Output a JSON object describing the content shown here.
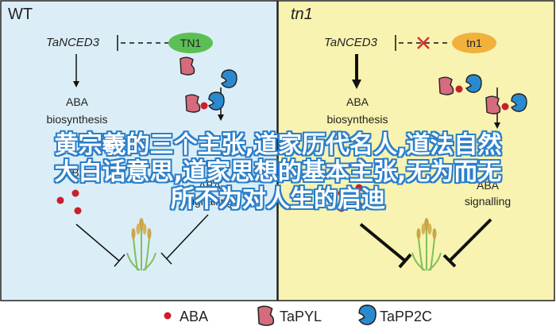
{
  "panels": {
    "wt": {
      "title": "WT",
      "gene": "TaNCED3",
      "protein": "TN1",
      "aba_synthesis_line1": "ABA",
      "aba_synthesis_line2": "biosynthesis",
      "aba_signaling_line1": "ABA",
      "aba_signaling_line2": "signalling",
      "color": "#dbeef7"
    },
    "tn1": {
      "title": "tn1",
      "gene": "TaNCED3",
      "protein": "tn1",
      "aba_synthesis_line1": "ABA",
      "aba_synthesis_line2": "biosynthesis",
      "aba_signaling_line1": "ABA",
      "aba_signaling_line2": "signalling",
      "color": "#f8f3b0"
    }
  },
  "aba_label_left": "ABA",
  "legend": {
    "aba": "ABA",
    "tapyl": "TaPYL",
    "tapp2c": "TaPP2C"
  },
  "overlay_text": {
    "line1": "黄宗羲的三个主张,道家历代名人,道法自然",
    "line2": "大白话意思,道家思想的基本主张,无为而无",
    "line3": "所不为对人生的启迪"
  },
  "colors": {
    "tn1_green": "#5cbf54",
    "tn1_orange": "#f2b13b",
    "pyl_pink": "#d66b7d",
    "pp2c_blue": "#2a8ad0",
    "aba_red": "#c8202c",
    "cross_red": "#d9332b",
    "overlay_stroke": "#2b7fc9"
  },
  "icons": [
    "pyl-receptor-icon",
    "pp2c-phosphatase-icon",
    "aba-molecule-icon",
    "wheat-plant-icon",
    "cross-icon"
  ]
}
